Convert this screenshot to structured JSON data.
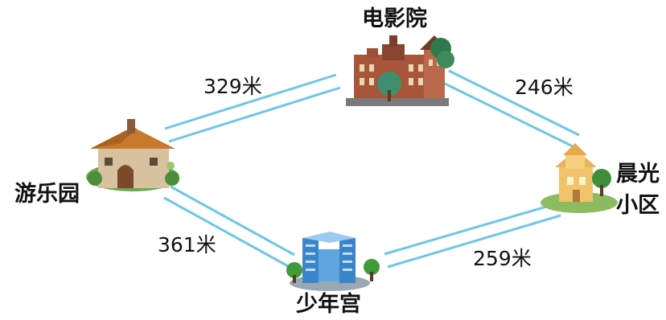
{
  "places": {
    "cinema": "电影院",
    "park": "游乐园",
    "community_line1": "晨光",
    "community_line2": "小区",
    "youth_palace": "少年宫"
  },
  "distances": {
    "park_cinema": "329米",
    "cinema_community": "246米",
    "park_youth_palace": "361米",
    "youth_palace_community": "259米"
  },
  "colors": {
    "road": "#6ec6e6",
    "text": "#111111"
  },
  "icons": {
    "cinema": "cinema-building-icon",
    "park": "stone-cottage-icon",
    "community": "yellow-houses-icon",
    "youth_palace": "blue-office-building-icon"
  }
}
